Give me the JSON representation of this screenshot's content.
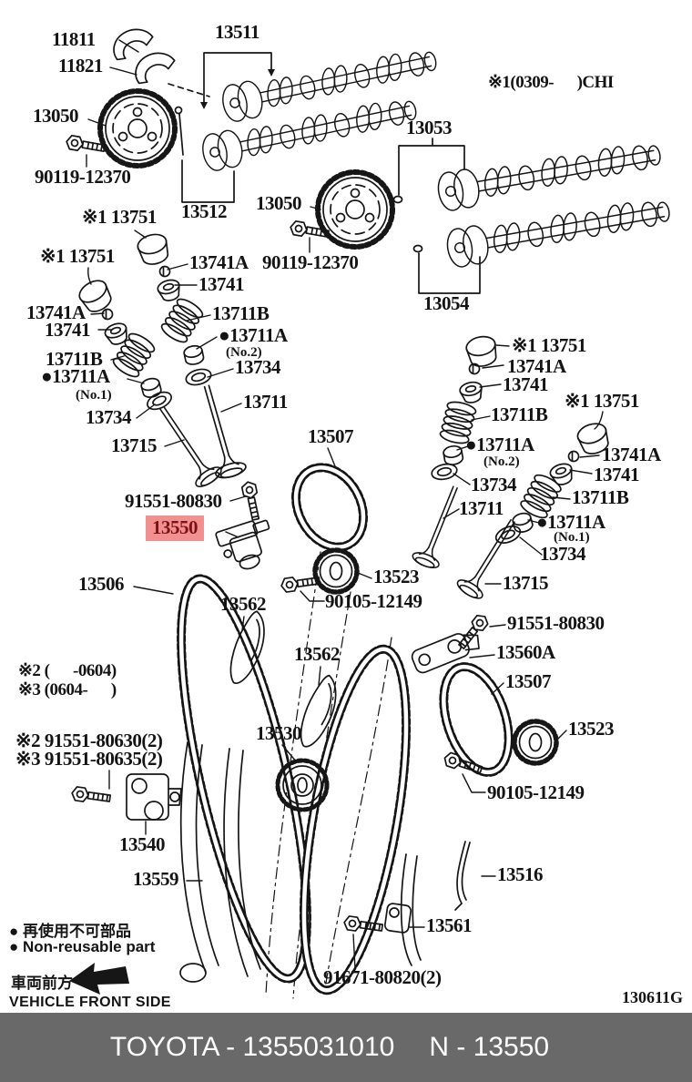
{
  "footer": {
    "left": "TOYOTA - 1355031010",
    "right": "N - 13550"
  },
  "diagram_code": "130611G",
  "highlight": {
    "text": "13550"
  },
  "legend": {
    "jp": "● 再使用不可部品",
    "en": "● Non-reusable part",
    "front_jp": "車両前方",
    "front_en": "VEHICLE FRONT SIDE"
  },
  "callouts": {
    "t11811": "11811",
    "t11821": "11821",
    "t13511": "13511",
    "t13050a": "13050",
    "t90119a": "90119-12370",
    "tnote1": "※1(0309-      )CHI",
    "t13053": "13053",
    "t13751a": "※1 13751",
    "t13512": "13512",
    "t13050b": "13050",
    "t13751b": "※1 13751",
    "t13741Aa": "13741A",
    "t90119b": "90119-12370",
    "t13741a": "13741",
    "t13741Ab": "13741A",
    "t13741b": "13741",
    "t13711Ba": "13711B",
    "t13711Bb": "13711B",
    "t13711Aa": "●13711A",
    "tno2a": "(No.2)",
    "t13711Ab": "●13711A",
    "tno1a": "(No.1)",
    "t13734a": "13734",
    "t13734b": "13734",
    "t13711a": "13711",
    "t13054": "13054",
    "t13715a": "13715",
    "t13507a": "13507",
    "t13751c": "※1 13751",
    "t13741Ac": "13741A",
    "t13741c": "13741",
    "t13711Bc": "13711B",
    "t13711Ac": "●13711A",
    "tno2b": "(No.2)",
    "t13734c": "13734",
    "t13711b": "13711",
    "t13751d": "※1 13751",
    "t13741Ad": "13741A",
    "t13741d": "13741",
    "t13711Bd": "13711B",
    "t13711Ad": "●13711A",
    "tno1b": "(No.1)",
    "t13734d": "13734",
    "t13715b": "13715",
    "t91551a": "91551-80830",
    "t13506": "13506",
    "t13523a": "13523",
    "t90105a": "90105-12149",
    "t13562a": "13562",
    "t91551b": "91551-80830",
    "t13560A": "13560A",
    "t13562b": "13562",
    "t13507b": "13507",
    "t13523b": "13523",
    "tn2": "※2 (      -0604)",
    "tn3": "※3 (0604-      )",
    "tb2": "※2 91551-80630(2)",
    "tb3": "※3 91551-80635(2)",
    "t13530": "13530",
    "t90105b": "90105-12149",
    "t13540": "13540",
    "t13559": "13559",
    "t13516": "13516",
    "t13561": "13561",
    "t91671": "91671-80820(2)"
  }
}
